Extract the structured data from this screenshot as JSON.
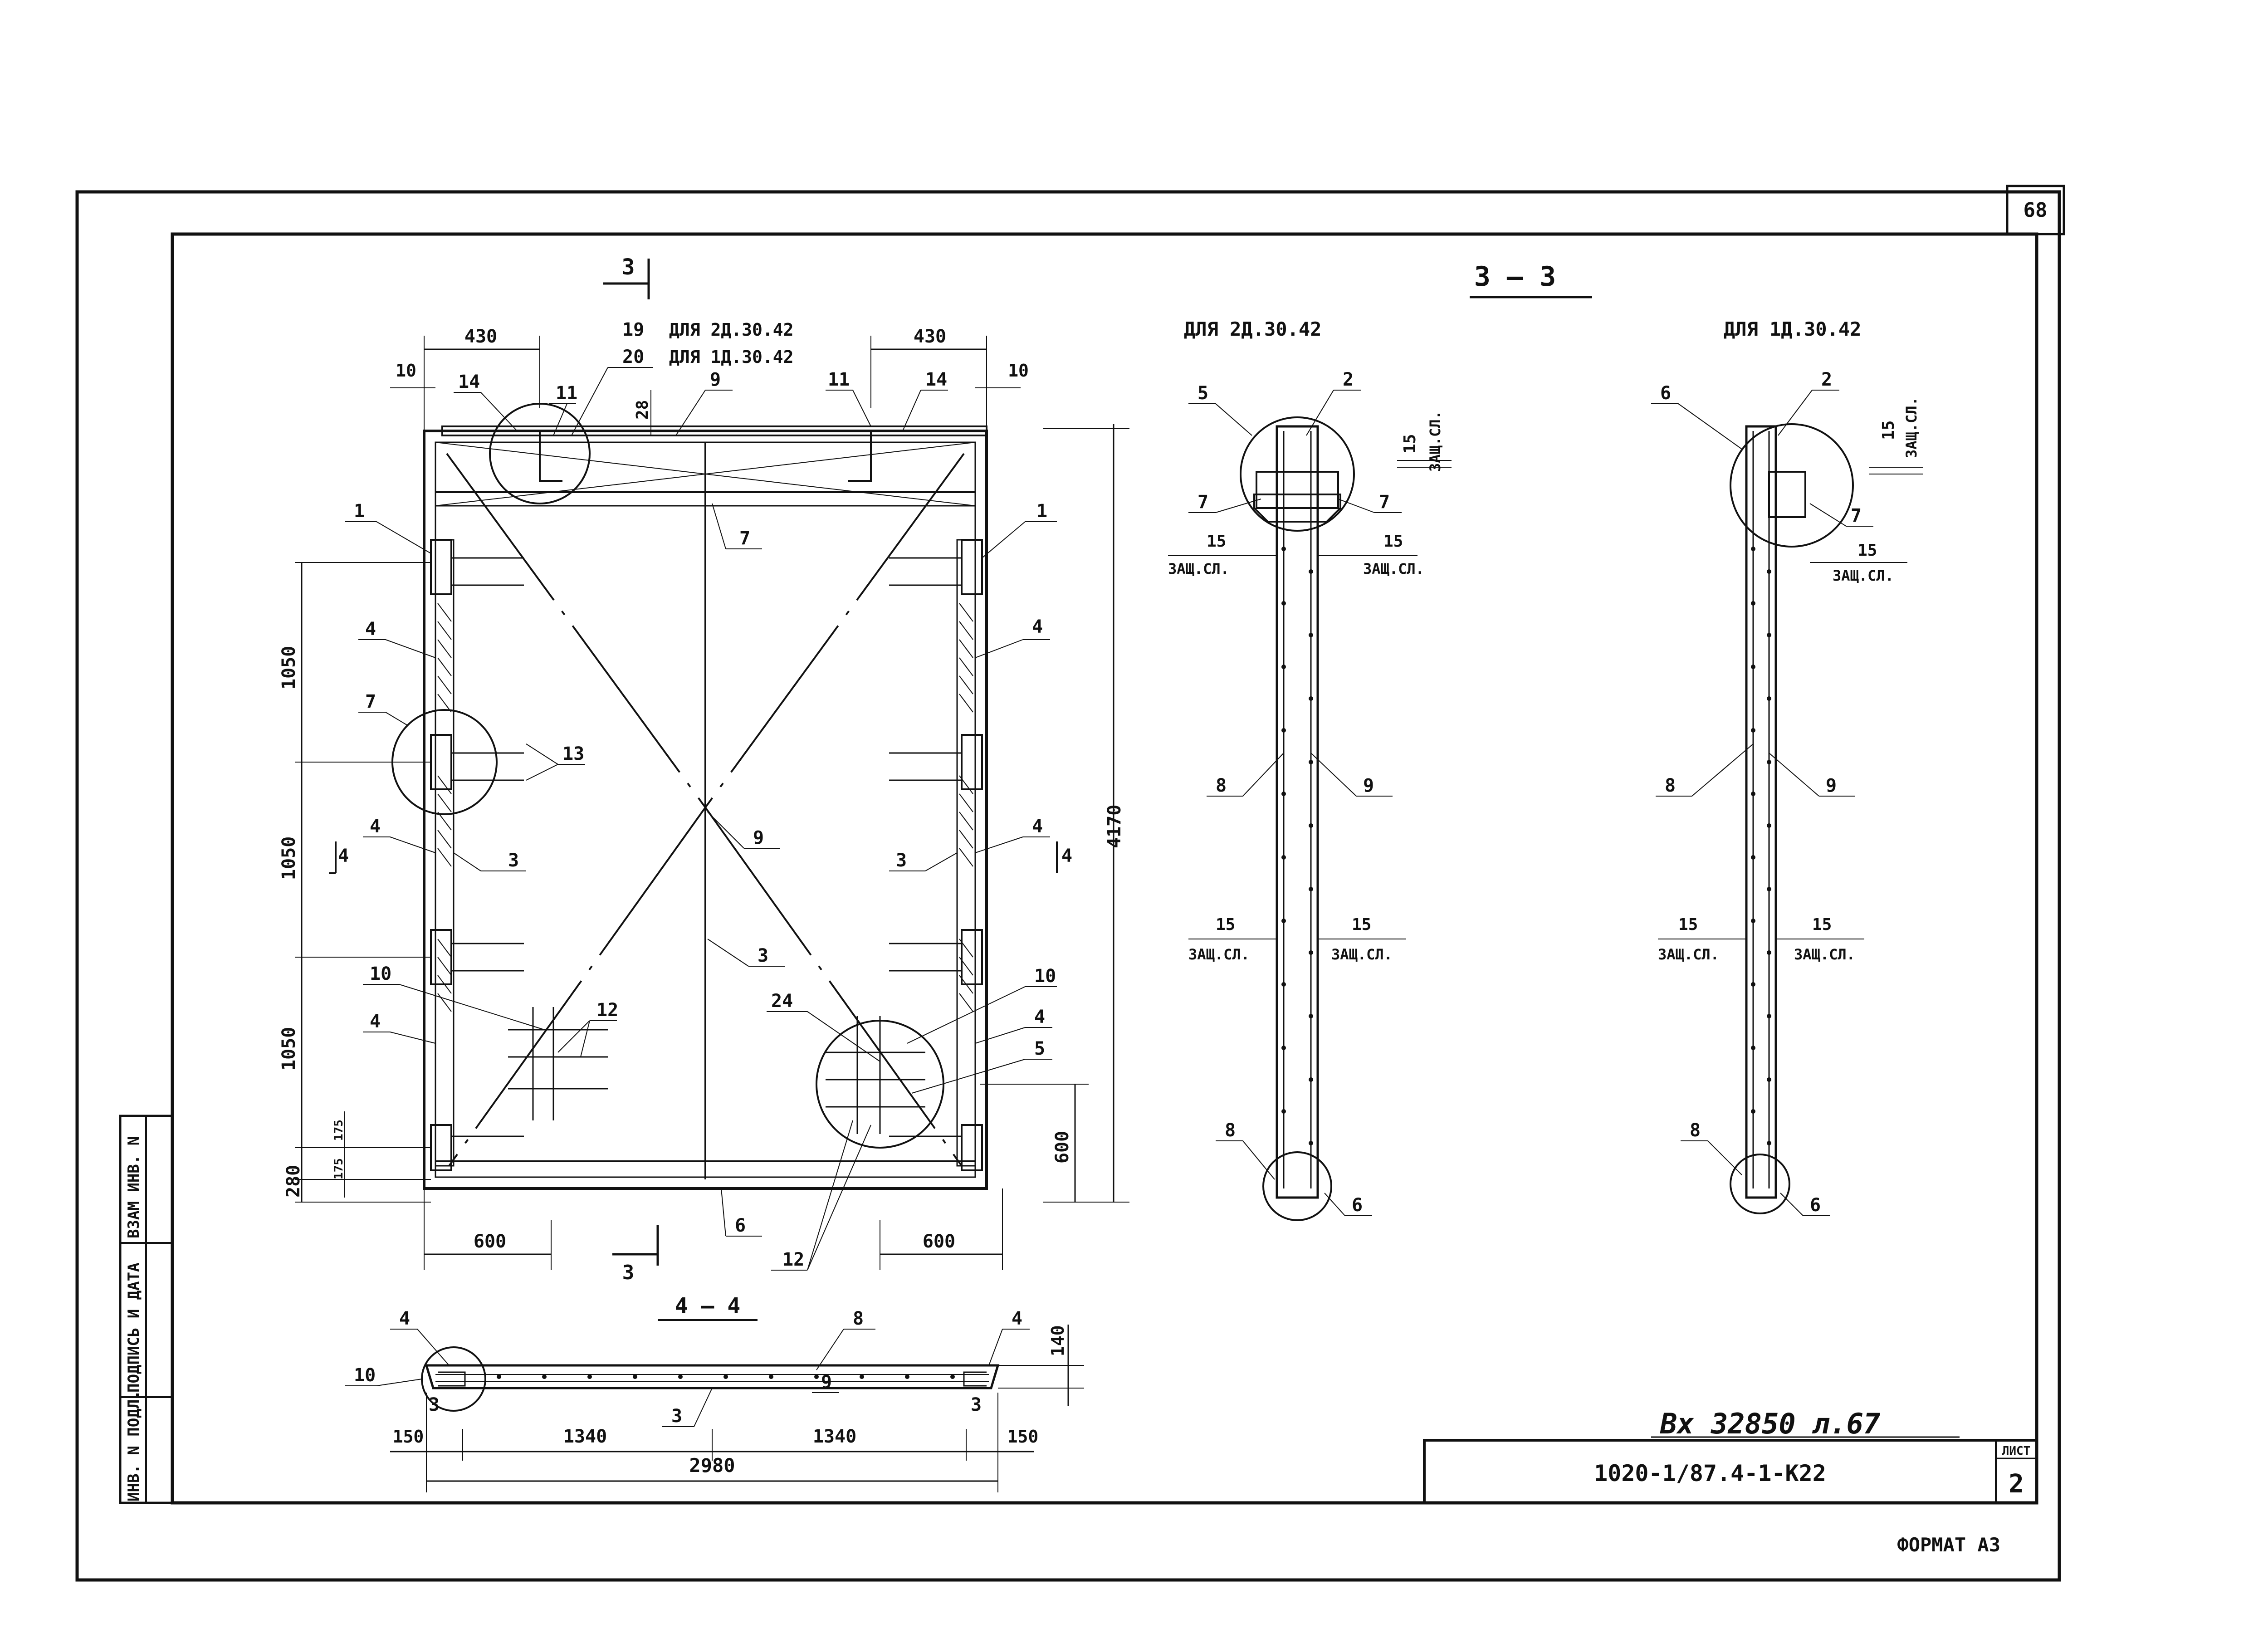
{
  "sheet": {
    "page_number": "68",
    "stamp_text": "Вх 32850 л.67",
    "title_code": "1020-1/87.4-1-К22",
    "sheet_label": "ЛИСТ",
    "sheet_number": "2",
    "format": "ФОРМАТ А3"
  },
  "side_stamp": [
    "ИНВ. N ПОДЛ.",
    "ПОДПИСЬ И ДАТА",
    "ВЗАМ ИНВ. N"
  ],
  "main_view": {
    "section_mark": "3",
    "note_top_1": "ДЛЯ 2Д.30.42",
    "note_top_2": "ДЛЯ 1Д.30.42",
    "dims": {
      "top_left": "430",
      "top_right": "430",
      "edge_left": "10",
      "edge_right": "10",
      "top_gap": "28",
      "height_1": "1050",
      "height_2": "1050",
      "height_3": "1050",
      "small_1": "175",
      "small_2": "175",
      "bottom_left": "280",
      "total_height": "4170",
      "right_low": "600",
      "bottom_left_w": "600",
      "bottom_right_w": "600"
    },
    "labels": {
      "n19": "19",
      "n20": "20",
      "n11a": "11",
      "n14a": "14",
      "n9top": "9",
      "n11b": "11",
      "n14b": "14",
      "n7": "7",
      "n1a": "1",
      "n1b": "1",
      "n4a": "4",
      "n4b": "4",
      "n7side": "7",
      "n13": "13",
      "n4c": "4",
      "n3a": "3",
      "n9mid": "9",
      "n3b": "3",
      "n4d": "4",
      "n4sec_l": "4",
      "n4sec_r": "4",
      "n3center": "3",
      "n10a": "10",
      "n12a": "12",
      "n4e": "4",
      "n24": "24",
      "n10b": "10",
      "n4f": "4",
      "n5": "5",
      "n6": "6",
      "n12b": "12",
      "sec3_bottom": "3"
    }
  },
  "section_4_4": {
    "title": "4 — 4",
    "labels": {
      "n4l": "4",
      "n8": "8",
      "n4r": "4",
      "n10": "10",
      "n3l": "3",
      "n3m": "3",
      "n9": "9",
      "n3r": "3"
    },
    "dims": {
      "thick": "140",
      "e1": "150",
      "w1": "1340",
      "w2": "1340",
      "e2": "150",
      "total": "2980"
    }
  },
  "section_3_3": {
    "title": "3 — 3",
    "left": {
      "caption": "ДЛЯ 2Д.30.42",
      "labels": {
        "n5": "5",
        "n2": "2",
        "n7l": "7",
        "n7r": "7",
        "n8": "8",
        "n9": "9",
        "n8b": "8",
        "n6": "6"
      },
      "cover": "15",
      "cover_label": "ЗАЩ.СЛ."
    },
    "right": {
      "caption": "ДЛЯ 1Д.30.42",
      "labels": {
        "n6": "6",
        "n2": "2",
        "n7": "7",
        "n8": "8",
        "n9": "9",
        "n8b": "8",
        "n6b": "6"
      },
      "cover": "15",
      "cover_label": "ЗАЩ.СЛ."
    }
  }
}
